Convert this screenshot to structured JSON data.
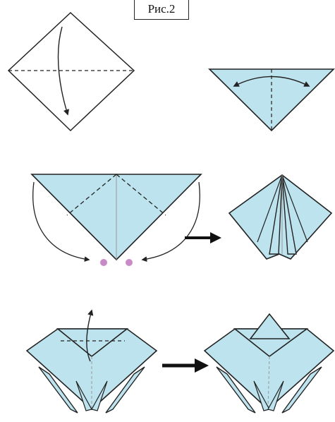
{
  "figure": {
    "caption": "Рис.2"
  },
  "colors": {
    "paper_fill": "#bde3ee",
    "outline": "#222222",
    "marker": "#c98bc6"
  },
  "steps": [
    {
      "id": "step-1",
      "icon": "square-diamond-fold-down"
    },
    {
      "id": "step-2",
      "icon": "triangle-fold-both-sides"
    },
    {
      "id": "step-3",
      "icon": "triangle-fold-corners-down"
    },
    {
      "id": "step-4",
      "icon": "folded-kite-shape"
    },
    {
      "id": "step-5",
      "icon": "fold-flap-up"
    },
    {
      "id": "step-6",
      "icon": "finished-form"
    }
  ]
}
